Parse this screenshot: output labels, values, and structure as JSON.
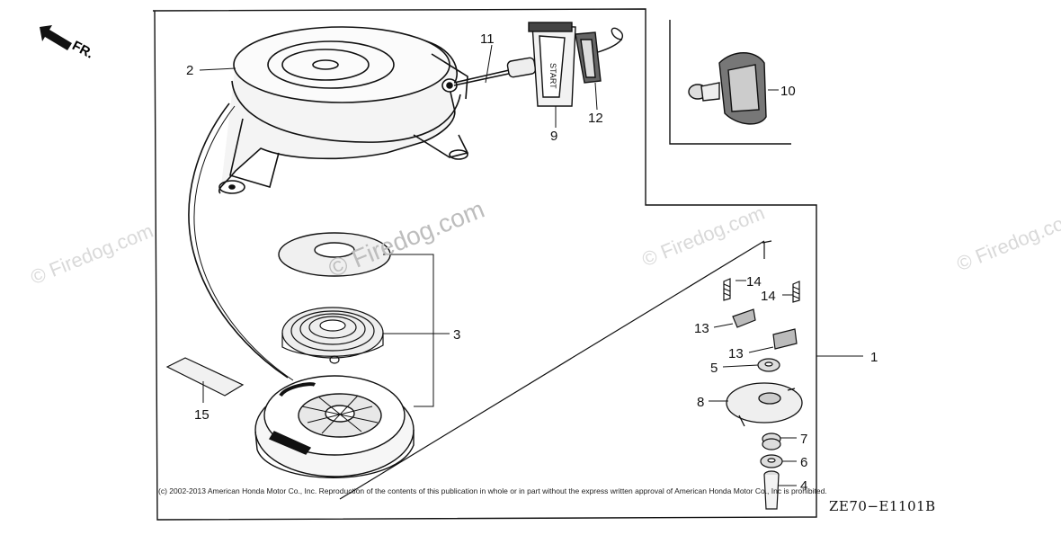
{
  "direction": {
    "label": "FR."
  },
  "watermark": {
    "text": "© Firedog.com",
    "main_text": "© Firedog.com"
  },
  "copyright": "(c) 2002-2013 American Honda Motor Co., Inc. Reproduction of the contents of this publication in whole or in part without the express written approval of American Honda Motor Co., Inc is prohibited.",
  "diagram_code": "ZE70−E1101B",
  "handle_text": "START",
  "parts": {
    "p1": "1",
    "p2": "2",
    "p3": "3",
    "p4": "4",
    "p5": "5",
    "p6": "6",
    "p7": "7",
    "p8": "8",
    "p9": "9",
    "p10": "10",
    "p11": "11",
    "p12": "12",
    "p13a": "13",
    "p13b": "13",
    "p14a": "14",
    "p14b": "14",
    "p15": "15"
  }
}
